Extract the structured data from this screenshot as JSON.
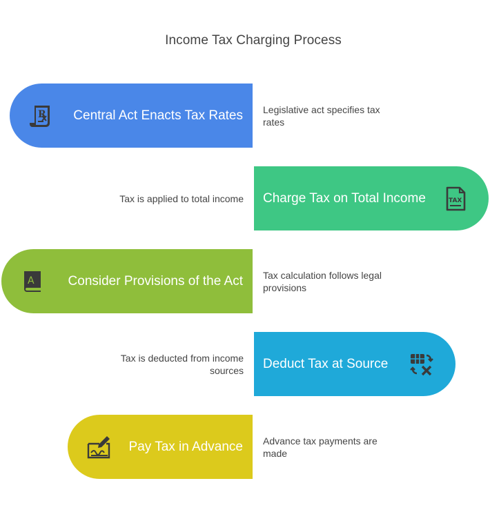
{
  "title": "Income Tax Charging Process",
  "steps": [
    {
      "label": "Central Act Enacts Tax Rates",
      "description": "Legislative act specifies tax rates",
      "color": "#4a87e8",
      "icon": "prescription-icon"
    },
    {
      "label": "Charge Tax on Total Income",
      "description": "Tax is applied to total income",
      "color": "#3ec784",
      "icon": "tax-document-icon"
    },
    {
      "label": "Consider Provisions of the Act",
      "description": "Tax calculation follows legal provisions",
      "color": "#8fbe3b",
      "icon": "law-book-icon"
    },
    {
      "label": "Deduct Tax at Source",
      "description": "Tax is deducted from income sources",
      "color": "#1fa9d9",
      "icon": "calculation-icon"
    },
    {
      "label": "Pay Tax in Advance",
      "description": "Advance tax payments are made",
      "color": "#dcca1c",
      "icon": "signed-check-icon"
    }
  ]
}
